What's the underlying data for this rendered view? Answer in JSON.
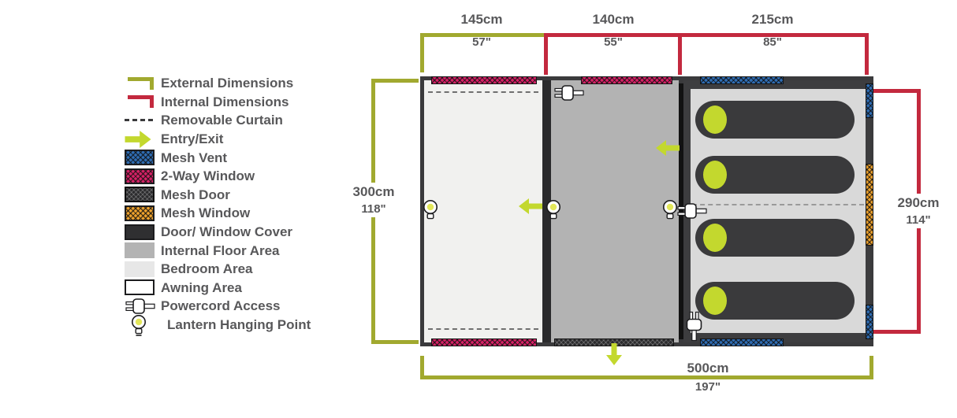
{
  "legend": {
    "items": [
      {
        "label": "External Dimensions",
        "swatch": "external-dimension-bracket"
      },
      {
        "label": "Internal Dimensions",
        "swatch": "internal-dimension-bracket"
      },
      {
        "label": "Removable Curtain",
        "swatch": "dashed-line"
      },
      {
        "label": "Entry/Exit",
        "swatch": "green-arrow"
      },
      {
        "label": "Mesh Vent",
        "swatch": "blue-crosshatch"
      },
      {
        "label": "2-Way Window",
        "swatch": "pink-crosshatch"
      },
      {
        "label": "Mesh Door",
        "swatch": "dark-crosshatch"
      },
      {
        "label": "Mesh Window",
        "swatch": "orange-crosshatch"
      },
      {
        "label": "Door/ Window Cover",
        "swatch": "solid-dark"
      },
      {
        "label": "Internal Floor Area",
        "swatch": "gray-fill"
      },
      {
        "label": "Bedroom Area",
        "swatch": "light-gray-fill"
      },
      {
        "label": "Awning Area",
        "swatch": "white-fill"
      },
      {
        "label": "Powercord Access",
        "swatch": "powercord-icon"
      },
      {
        "label": "Lantern Hanging Point",
        "swatch": "lantern-icon"
      }
    ]
  },
  "dimensions": {
    "top_a": {
      "cm": "145cm",
      "inches": "57\""
    },
    "top_b": {
      "cm": "140cm",
      "inches": "55\""
    },
    "top_c": {
      "cm": "215cm",
      "inches": "85\""
    },
    "left": {
      "cm": "300cm",
      "inches": "118\""
    },
    "right": {
      "cm": "290cm",
      "inches": "114\""
    },
    "bottom": {
      "cm": "500cm",
      "inches": "197\""
    }
  },
  "colors": {
    "external_dimension": "#a1a92f",
    "internal_dimension": "#c3293e",
    "accent_green": "#c3d82e",
    "mesh_vent_blue": "#2f6db4",
    "two_way_window_pink": "#d62166",
    "mesh_window_orange": "#eda12d",
    "dark": "#3a3a3c",
    "internal_floor": "#b3b3b3",
    "bedroom_floor": "#d9d9d9",
    "awning_floor": "#f1f1ef",
    "label_text": "#58585a"
  }
}
